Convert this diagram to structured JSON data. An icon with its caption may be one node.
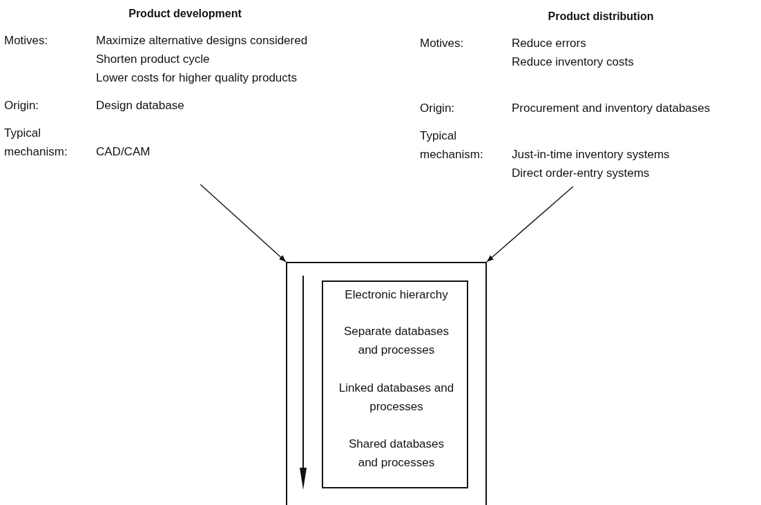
{
  "diagram": {
    "nodes": [
      {
        "text": [
          "Product development",
          "Motives:",
          "Maximize alternative designs considered",
          "Shorten product cycle",
          "Lower costs for higher quality products",
          "Origin:",
          "Design database",
          "Typical mechanism:",
          "CAD/CAM"
        ]
      },
      {
        "text": [
          "Product distribution",
          "Motives:",
          "Reduce errors",
          "Reduce inventory costs",
          "Origin:",
          "Procurement and inventory databases",
          "Typical mechanism:",
          "Just-in-time inventory systems",
          "Direct order-entry systems"
        ]
      },
      {
        "text": [],
        "shape": "box"
      },
      {
        "text": [
          "Electronic hierarchy",
          "Separate databases and processes",
          "Linked databases and processes",
          "Shared databases and processes"
        ],
        "in": 2
      }
    ],
    "edges": [
      {
        "from": 0,
        "to": 2,
        "arrow": "to"
      },
      {
        "from": 1,
        "to": 2,
        "arrow": "to"
      }
    ]
  }
}
